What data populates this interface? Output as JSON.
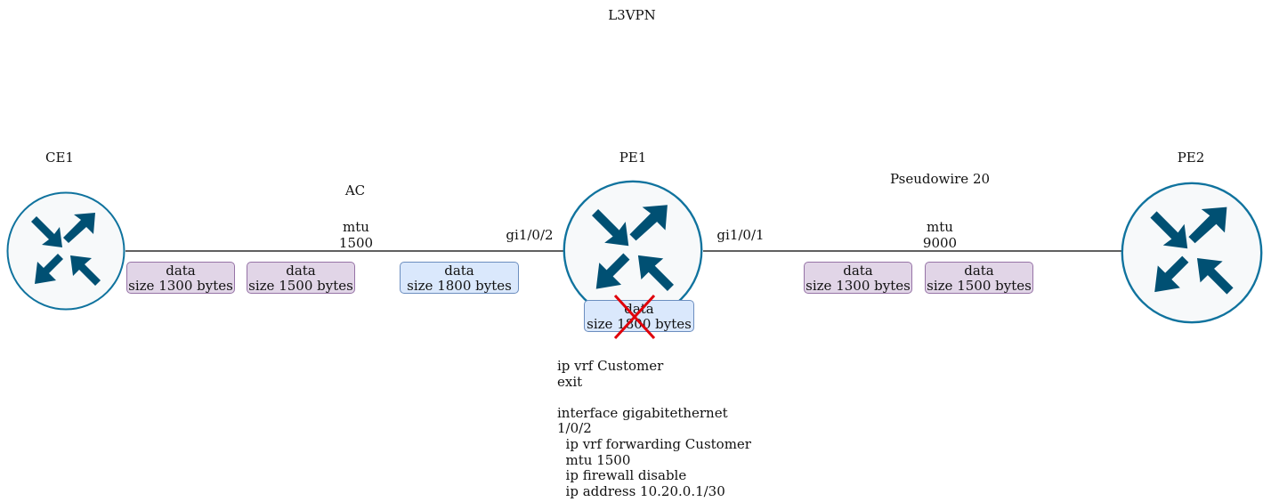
{
  "title": "L3VPN",
  "nodes": {
    "ce1": {
      "label": "CE1",
      "icon": "router-icon"
    },
    "pe1": {
      "label": "PE1",
      "icon": "router-icon"
    },
    "pe2": {
      "label": "PE2",
      "icon": "router-icon"
    }
  },
  "links": {
    "ac": {
      "label": "AC",
      "mtu_label": "mtu",
      "mtu_value": "1500",
      "pe_interface": "gi1/0/2"
    },
    "pseudowire": {
      "label": "Pseudowire 20",
      "mtu_label": "mtu",
      "mtu_value": "9000",
      "pe_interface": "gi1/0/1"
    }
  },
  "packets": {
    "ac_1300": {
      "line1": "data",
      "line2": "size 1300 bytes"
    },
    "ac_1500": {
      "line1": "data",
      "line2": "size 1500 bytes"
    },
    "ac_1800": {
      "line1": "data",
      "line2": "size 1800 bytes"
    },
    "dropped_1800": {
      "line1": "data",
      "line2": "size 1800 bytes",
      "status": "dropped"
    },
    "pw_1300": {
      "line1": "data",
      "line2": "size 1300 bytes"
    },
    "pw_1500": {
      "line1": "data",
      "line2": "size 1500 bytes"
    }
  },
  "config_text": "ip vrf Customer\nexit\n\ninterface gigabitethernet\n1/0/2\n  ip vrf forwarding Customer\n  mtu 1500\n  ip firewall disable\n  ip address 10.20.0.1/30",
  "colors": {
    "router_fill": "#f7f9fa",
    "router_stroke": "#10739e",
    "router_arrow": "#005073",
    "packet_purple_fill": "#e1d5e7",
    "packet_purple_stroke": "#9673a6",
    "packet_blue_fill": "#dae8fc",
    "packet_blue_stroke": "#6c8ebf",
    "drop_mark": "#e0000a"
  }
}
